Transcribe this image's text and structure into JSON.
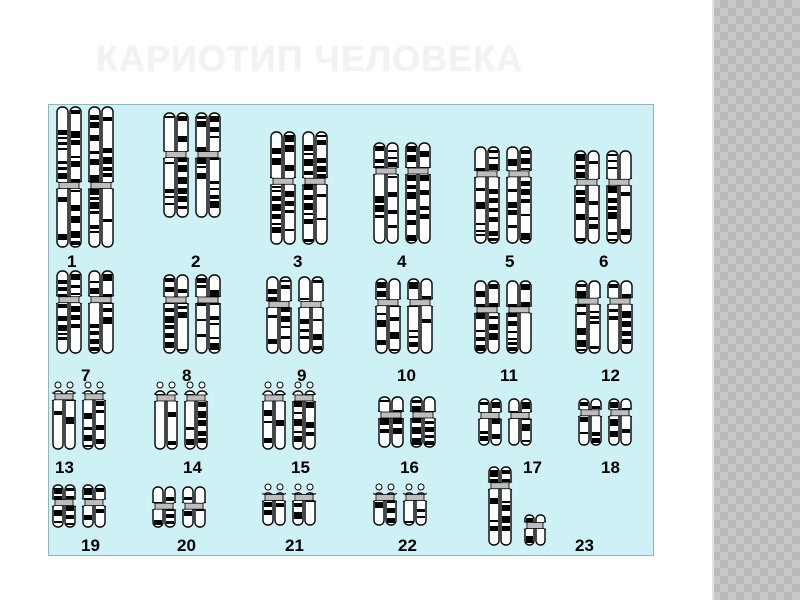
{
  "slide": {
    "title": "КАРИОТИП ЧЕЛОВЕКА",
    "background_color": "#ffffff",
    "panel_color": "#cdf1f5",
    "side_strip_color": "#c9c9c9"
  },
  "chromosome_pairs": [
    {
      "number": "1"
    },
    {
      "number": "2"
    },
    {
      "number": "3"
    },
    {
      "number": "4"
    },
    {
      "number": "5"
    },
    {
      "number": "6"
    },
    {
      "number": "7"
    },
    {
      "number": "8"
    },
    {
      "number": "9"
    },
    {
      "number": "10"
    },
    {
      "number": "11"
    },
    {
      "number": "12"
    },
    {
      "number": "13"
    },
    {
      "number": "14"
    },
    {
      "number": "15"
    },
    {
      "number": "16"
    },
    {
      "number": "17"
    },
    {
      "number": "18"
    },
    {
      "number": "19"
    },
    {
      "number": "20"
    },
    {
      "number": "21"
    },
    {
      "number": "22"
    },
    {
      "number": "23"
    }
  ]
}
